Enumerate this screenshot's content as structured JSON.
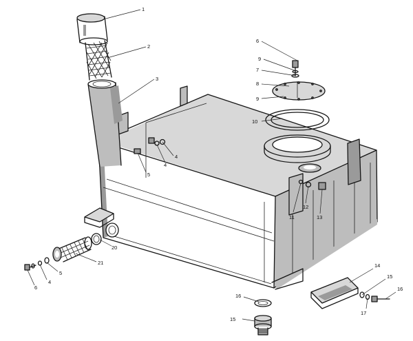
{
  "callouts": {
    "c1": "1",
    "c2": "2",
    "c3": "3",
    "c4a": "4",
    "c4b": "4",
    "c4c": "4",
    "c5a": "5",
    "c5b": "5",
    "c6a": "6",
    "c6b": "6",
    "c7": "7",
    "c8": "8",
    "c9a": "9",
    "c9b": "9",
    "c10": "10",
    "c11": "11",
    "c12": "12",
    "c13": "13",
    "c14": "14",
    "c15a": "15",
    "c15b": "15",
    "c16a": "16",
    "c16b": "16",
    "c17": "17",
    "c20": "20",
    "c21": "21"
  }
}
